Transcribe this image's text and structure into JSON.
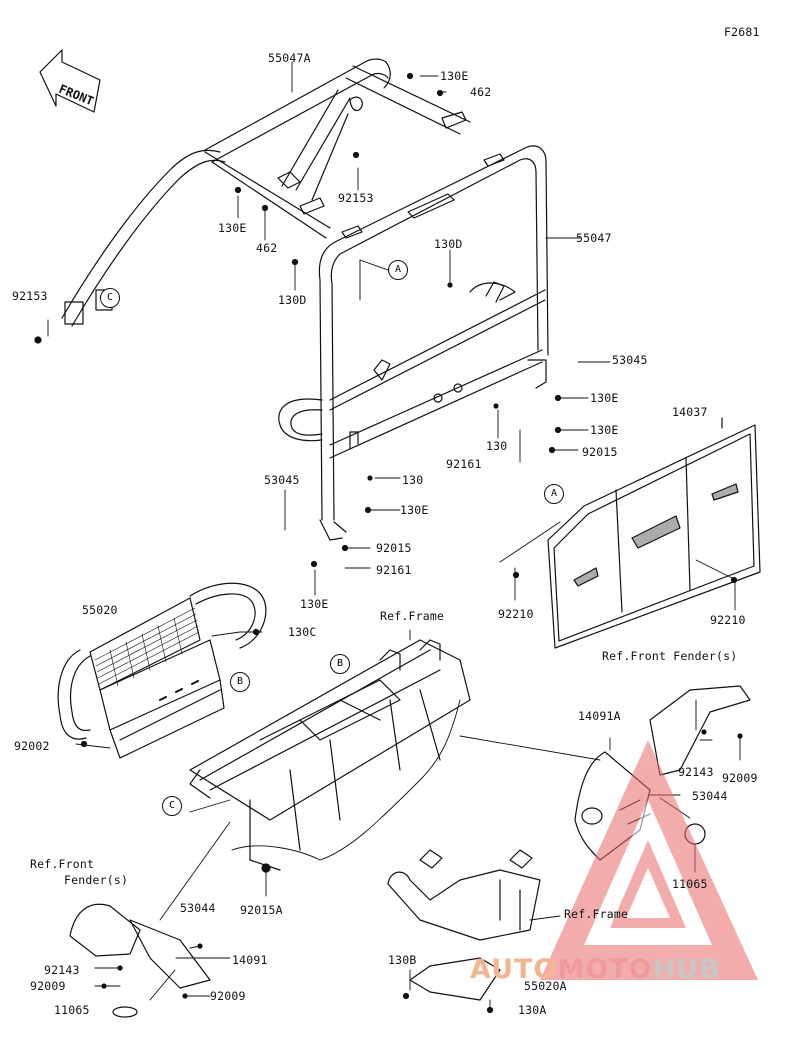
{
  "diagram_id": "F2681",
  "front_label": "FRONT",
  "callouts": {
    "c55047a": "55047A",
    "c130e_top": "130E",
    "c462_top": "462",
    "c92153_mid": "92153",
    "c130e_left": "130E",
    "c462_left": "462",
    "c130d_left": "130D",
    "c92153_left": "92153",
    "c130d_mid": "130D",
    "c55047": "55047",
    "c53045_right": "53045",
    "c130e_r1": "130E",
    "c130": "130",
    "c130e_r2": "130E",
    "c92161_r": "92161",
    "c92015_r": "92015",
    "c14037": "14037",
    "c53045_left": "53045",
    "c130_l": "130",
    "c130e_l": "130E",
    "c92015_l": "92015",
    "c92161_l": "92161",
    "c130e_low": "130E",
    "c92210_a": "92210",
    "c92210_b": "92210",
    "c55020": "55020",
    "c130c": "130C",
    "c92002": "92002",
    "ref_frame_top": "Ref.Frame",
    "ref_front_fender_r": "Ref.Front Fender(s)",
    "c14091a": "14091A",
    "c92143_r": "92143",
    "c92009_r": "92009",
    "c53044_r": "53044",
    "c11065_r": "11065",
    "c92015a": "92015A",
    "ref_front_fender_l1": "Ref.Front",
    "ref_front_fender_l2": "Fender(s)",
    "c53044_l": "53044",
    "c92143_l": "92143",
    "c14091": "14091",
    "c92009_l1": "92009",
    "c92009_l2": "92009",
    "c11065_l": "11065",
    "ref_frame_low": "Ref.Frame",
    "c130b": "130B",
    "c55020a": "55020A",
    "c130a": "130A"
  },
  "ref_markers": {
    "a1": "A",
    "a2": "A",
    "b1": "B",
    "b2": "B",
    "c1": "C",
    "c2": "C"
  },
  "watermark": {
    "part1": "AUTO",
    "part2": "MOTO",
    "part3": "HUB"
  },
  "colors": {
    "line": "#111111",
    "wm_orange": "#f3b58f",
    "wm_red": "#ef9b9b",
    "wm_gray": "#c6c6c6"
  }
}
